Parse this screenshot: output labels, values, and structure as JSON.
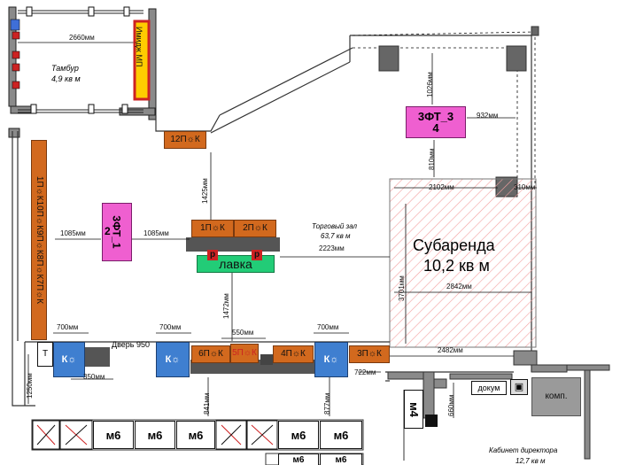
{
  "tambur": {
    "width": "2660мм",
    "title": "Тамбур",
    "area": "4,9 кв м",
    "mp_label": "Имидж МП"
  },
  "hall": {
    "title": "Торговый зал",
    "area": "63,7 кв м"
  },
  "subarenda": {
    "title": "Субаренда",
    "area": "10,2 кв м"
  },
  "wall_rack": {
    "label": "1П☼К10П☼К9П☼К8П☼К7П☼К"
  },
  "shelves": {
    "p12": "12П☼К",
    "p1": "1П☼К",
    "p2": "2П☼К",
    "p3": "3П☼К",
    "p4": "4П☼К",
    "p5": "5П☼К",
    "p6": "6П☼К"
  },
  "pink": {
    "ft3": "3ФТ_3",
    "ft3_sub": "4",
    "ft1": "3ФТ_1",
    "ft1_sub": "2"
  },
  "bench": {
    "label": "лавка",
    "marker": "р"
  },
  "kassa": {
    "label": "К☼"
  },
  "door": {
    "label": "Дверь 950"
  },
  "tambur_side": {
    "label": "Т"
  },
  "m6": {
    "label": "м6"
  },
  "m4": {
    "label": "м4"
  },
  "dokum": {
    "label": "докум"
  },
  "komp": {
    "label": "комп."
  },
  "office": {
    "title": "Кабинет директора",
    "area": "12,7 кв м"
  },
  "dims": {
    "d1026": "1026мм",
    "d932": "932мм",
    "d810": "810мм",
    "d2102": "2102мм",
    "d310": "310мм",
    "d1425": "1425мм",
    "d1085a": "1085мм",
    "d1085b": "1085мм",
    "d2223": "2223мм",
    "d3701": "3701мм",
    "d2842": "2842мм",
    "d1472": "1472мм",
    "d700a": "700мм",
    "d700b": "700мм",
    "d700c": "700мм",
    "d550": "550мм",
    "d2482": "2482мм",
    "d1250": "1250мм",
    "d350": "350мм",
    "d841": "841мм",
    "d877": "877мм",
    "d722": "722мм",
    "d660": "660мм"
  }
}
